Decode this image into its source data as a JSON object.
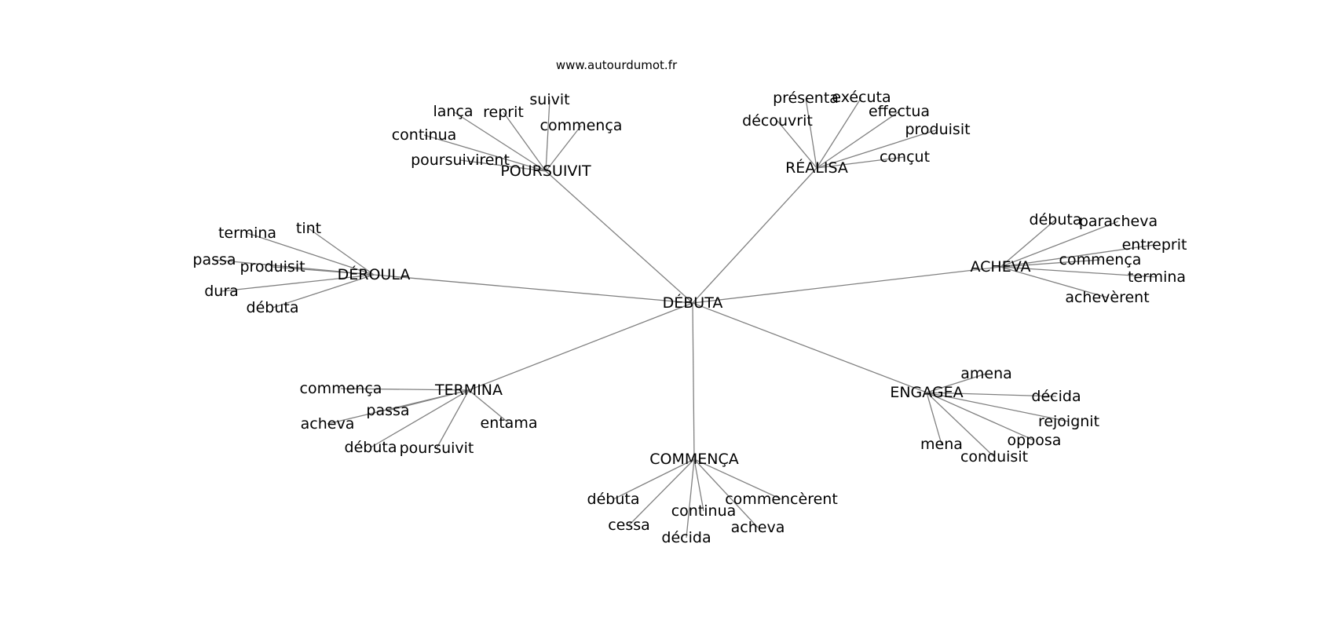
{
  "site": "www.autourdumot.fr",
  "graph": {
    "root": "DÉBUTA",
    "clusters": [
      {
        "hub": "POURSUIVIT",
        "leaves": [
          "lança",
          "reprit",
          "suivit",
          "commença",
          "continua",
          "poursuivirent"
        ]
      },
      {
        "hub": "RÉALISA",
        "leaves": [
          "présenta",
          "exécuta",
          "découvrit",
          "effectua",
          "produisit",
          "conçut"
        ]
      },
      {
        "hub": "DÉROULA",
        "leaves": [
          "termina",
          "tint",
          "passa",
          "produisit",
          "dura",
          "débuta"
        ]
      },
      {
        "hub": "ACHEVA",
        "leaves": [
          "débuta",
          "paracheva",
          "entreprit",
          "commença",
          "termina",
          "achevèrent"
        ]
      },
      {
        "hub": "TERMINA",
        "leaves": [
          "commença",
          "passa",
          "acheva",
          "entama",
          "débuta",
          "poursuivit"
        ]
      },
      {
        "hub": "ENGAGEA",
        "leaves": [
          "amena",
          "décida",
          "rejoignit",
          "opposa",
          "mena",
          "conduisit"
        ]
      },
      {
        "hub": "COMMENÇA",
        "leaves": [
          "débuta",
          "commencèrent",
          "continua",
          "cessa",
          "acheva",
          "décida"
        ]
      }
    ]
  }
}
